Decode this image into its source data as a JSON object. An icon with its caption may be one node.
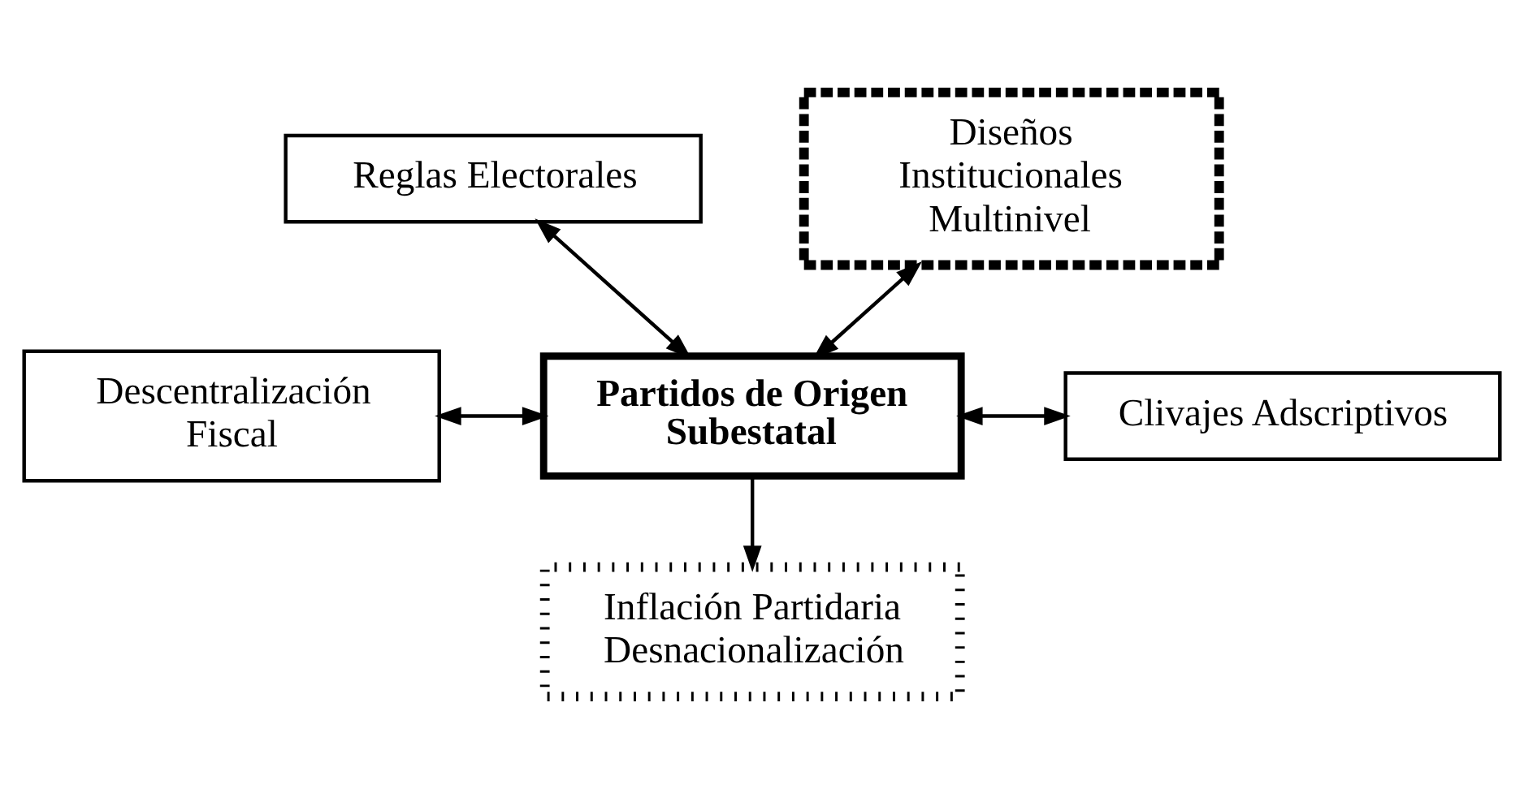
{
  "diagram": {
    "nodes": [
      {
        "text": [
          "Reglas Electorales"
        ]
      },
      {
        "text": [
          "Diseños Institucionales Multinivel"
        ]
      },
      {
        "text": [
          "Descentralización Fiscal"
        ]
      },
      {
        "text": [
          "Clivajes Adscriptivos"
        ]
      },
      {
        "text": [
          "Partidos de Origen Subestatal"
        ]
      },
      {
        "text": [
          "Inflación Partidaria Desnacionalización"
        ]
      }
    ],
    "edges": [
      {
        "from": 0,
        "to": 4,
        "arrow": "both"
      },
      {
        "from": 1,
        "to": 4,
        "arrow": "both"
      },
      {
        "from": 2,
        "to": 4,
        "arrow": "both"
      },
      {
        "from": 4,
        "to": 3,
        "arrow": "both"
      },
      {
        "from": 4,
        "to": 5,
        "arrow": "to"
      }
    ]
  }
}
